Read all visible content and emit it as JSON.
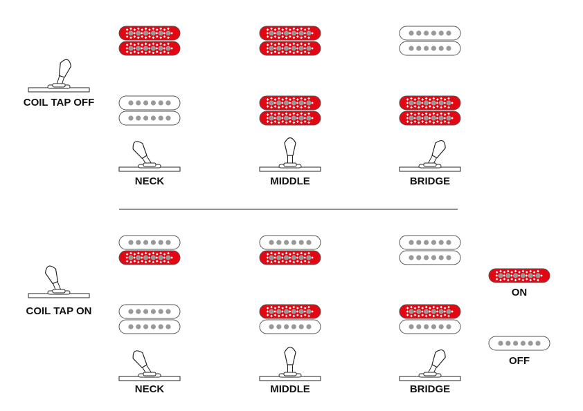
{
  "colors": {
    "on": "#e30613",
    "off": "#ffffff",
    "pole": "#999999",
    "outline": "#555555"
  },
  "sections": [
    {
      "label": "COIL TAP OFF",
      "switch_position": "off",
      "positions": [
        {
          "label": "NECK",
          "toggle": "left",
          "pickups": [
            [
              true,
              true
            ],
            [
              false,
              false
            ]
          ]
        },
        {
          "label": "MIDDLE",
          "toggle": "center",
          "pickups": [
            [
              true,
              true
            ],
            [
              true,
              true
            ]
          ]
        },
        {
          "label": "BRIDGE",
          "toggle": "right",
          "pickups": [
            [
              false,
              false
            ],
            [
              true,
              true
            ]
          ]
        }
      ]
    },
    {
      "label": "COIL TAP ON",
      "switch_position": "on",
      "positions": [
        {
          "label": "NECK",
          "toggle": "left",
          "pickups": [
            [
              false,
              true
            ],
            [
              false,
              false
            ]
          ]
        },
        {
          "label": "MIDDLE",
          "toggle": "center",
          "pickups": [
            [
              false,
              true
            ],
            [
              true,
              false
            ]
          ]
        },
        {
          "label": "BRIDGE",
          "toggle": "right",
          "pickups": [
            [
              false,
              false
            ],
            [
              true,
              false
            ]
          ]
        }
      ]
    }
  ],
  "legend": [
    {
      "label": "ON",
      "state": true
    },
    {
      "label": "OFF",
      "state": false
    }
  ]
}
